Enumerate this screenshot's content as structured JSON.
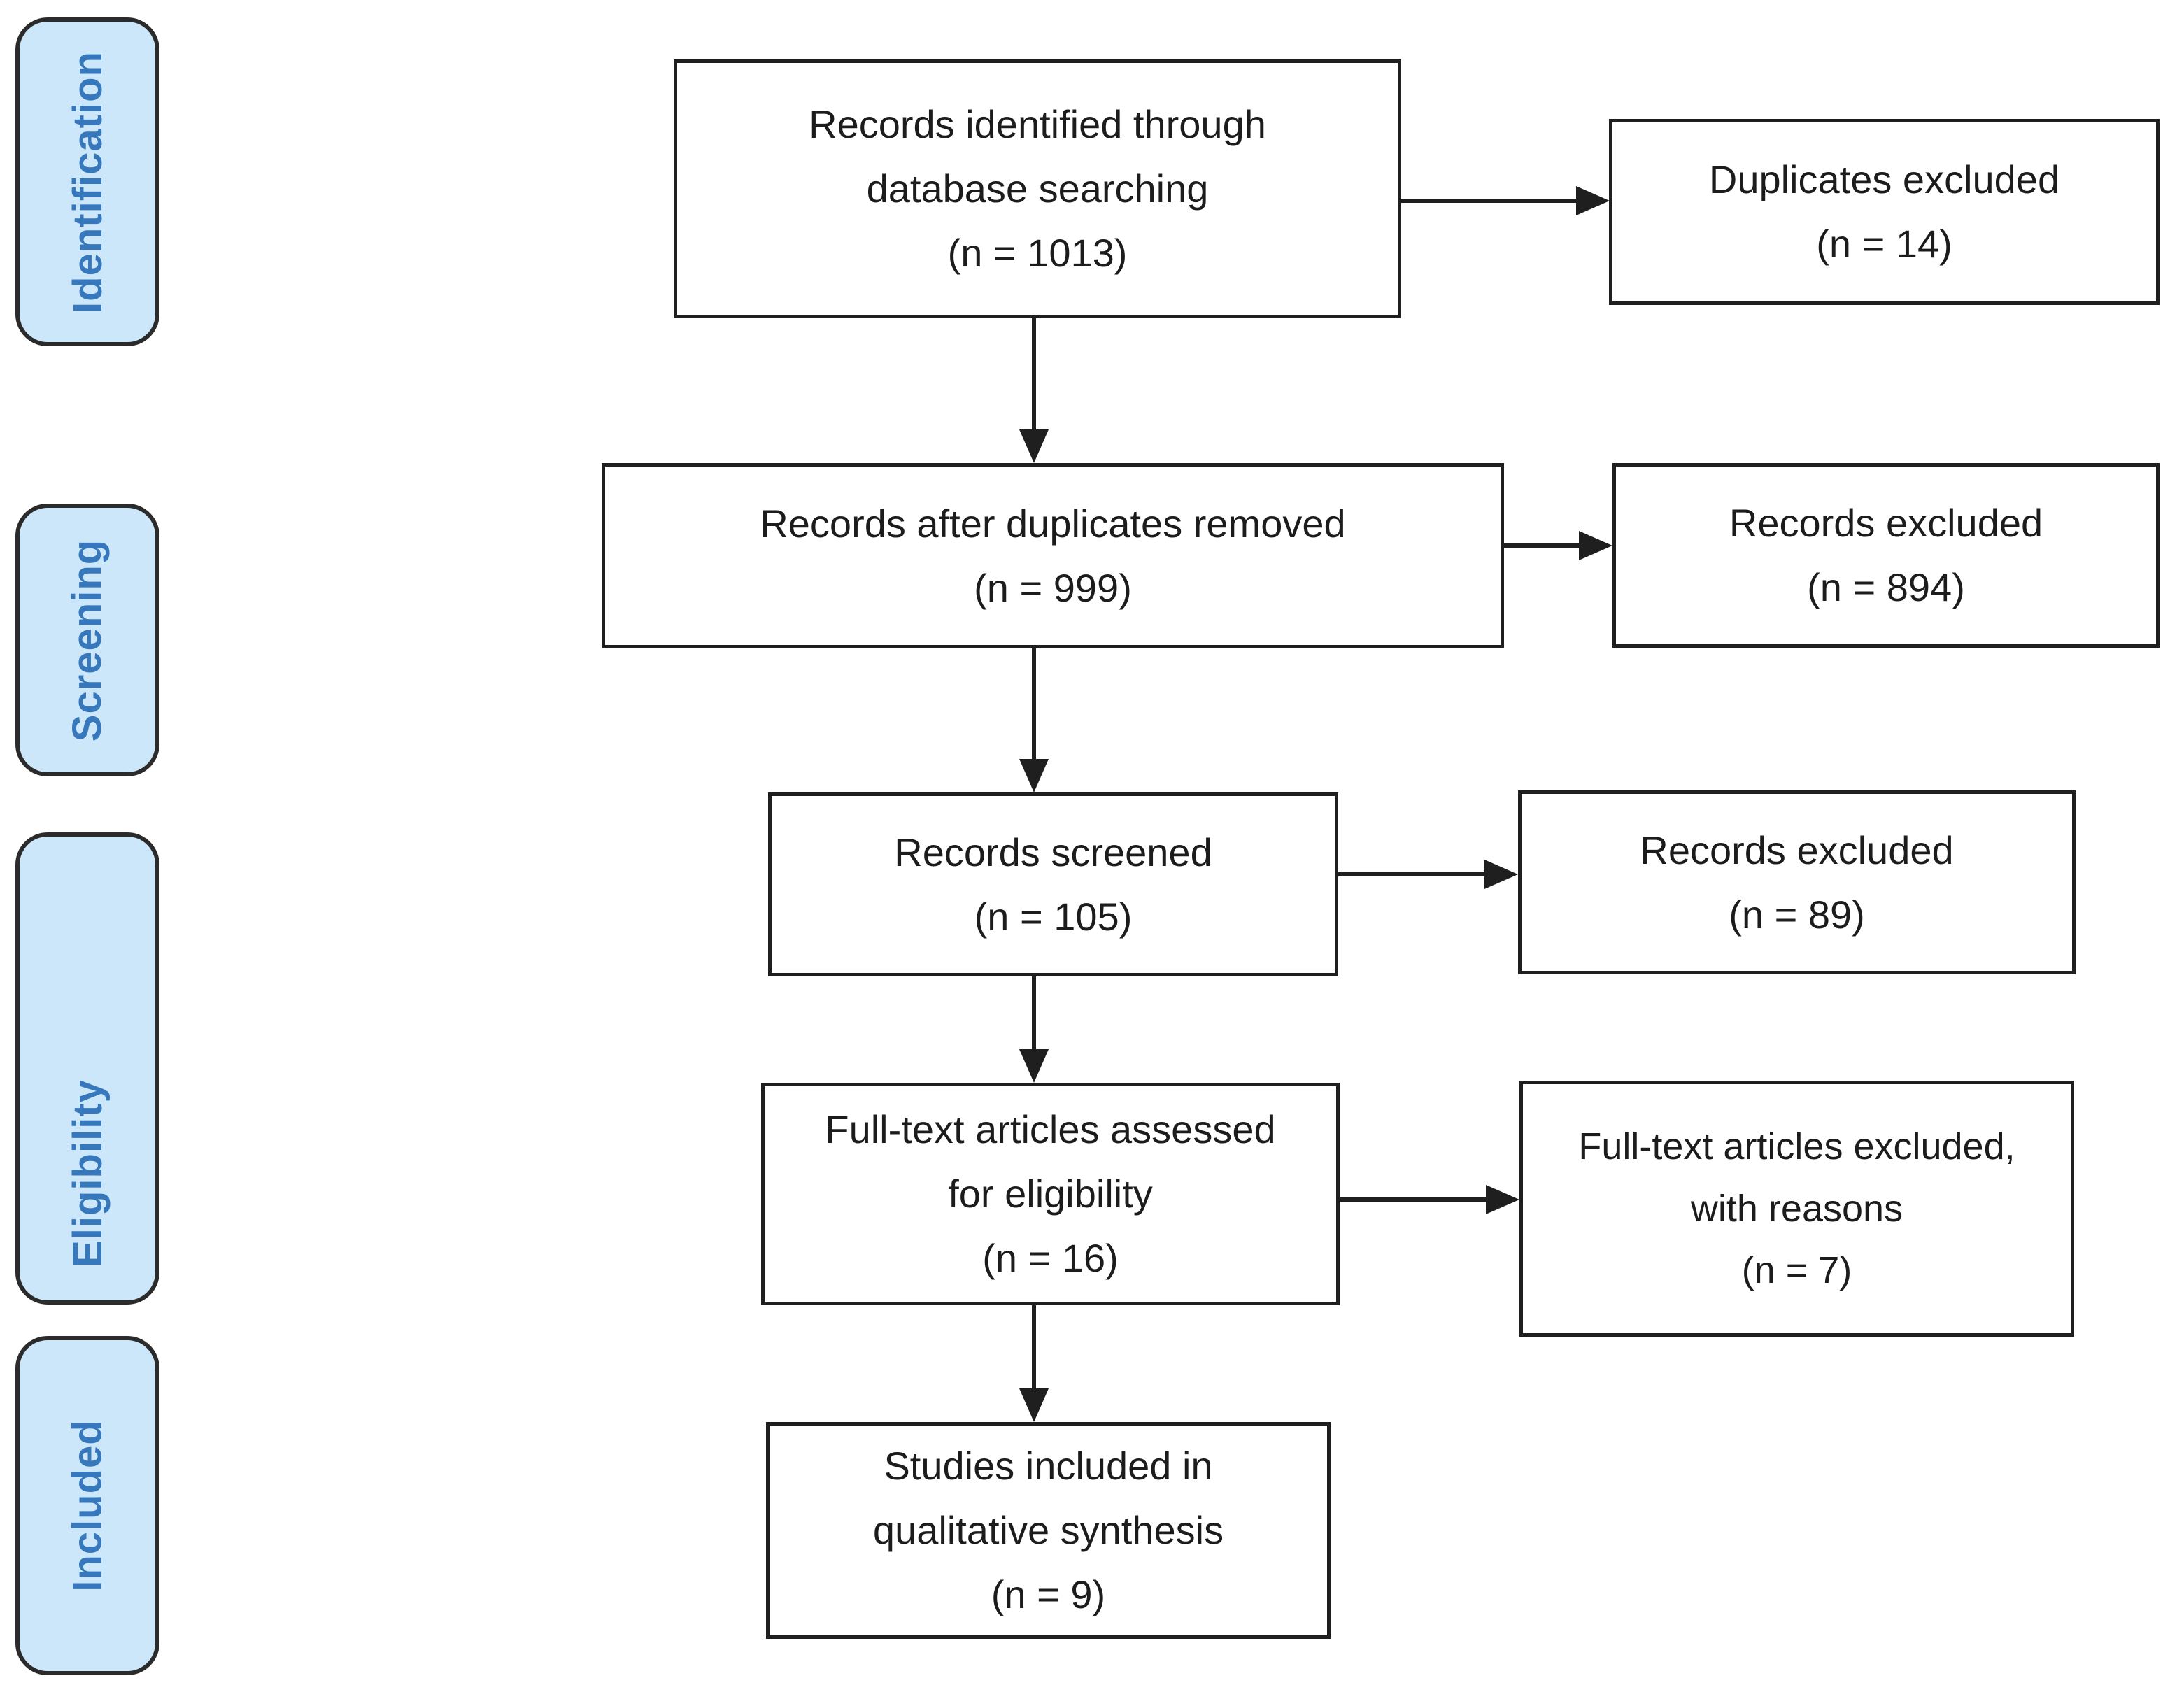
{
  "stages": [
    {
      "label": "Identification"
    },
    {
      "label": "Screening"
    },
    {
      "label": "Eligibility"
    },
    {
      "label": "Included"
    }
  ],
  "main_boxes": [
    {
      "lines": [
        "Records identified through",
        "database searching",
        "(n = 1013)"
      ]
    },
    {
      "lines": [
        "Records after duplicates removed",
        "(n = 999)"
      ]
    },
    {
      "lines": [
        "Records screened",
        "(n = 105)"
      ]
    },
    {
      "lines": [
        "Full-text articles assessed",
        "for eligibility",
        "(n = 16)"
      ]
    },
    {
      "lines": [
        "Studies included in",
        "qualitative synthesis",
        "(n = 9)"
      ]
    }
  ],
  "exclusion_boxes": [
    {
      "lines": [
        "Duplicates excluded",
        "(n = 14)"
      ]
    },
    {
      "lines": [
        "Records excluded",
        "(n = 894)"
      ]
    },
    {
      "lines": [
        "Records excluded",
        "(n = 89)"
      ]
    },
    {
      "lines": [
        "Full-text articles excluded,",
        "with reasons",
        "(n = 7)"
      ]
    }
  ],
  "colors": {
    "background": "#FFFFFF",
    "stage_fill": "#CBE7F9",
    "stage_border": "#2B2B2B",
    "stage_text": "#3778BC",
    "box_fill": "#FFFFFF",
    "box_border": "#1F1F1F",
    "box_text": "#1C1C1C",
    "arrow": "#1F1F1F"
  }
}
